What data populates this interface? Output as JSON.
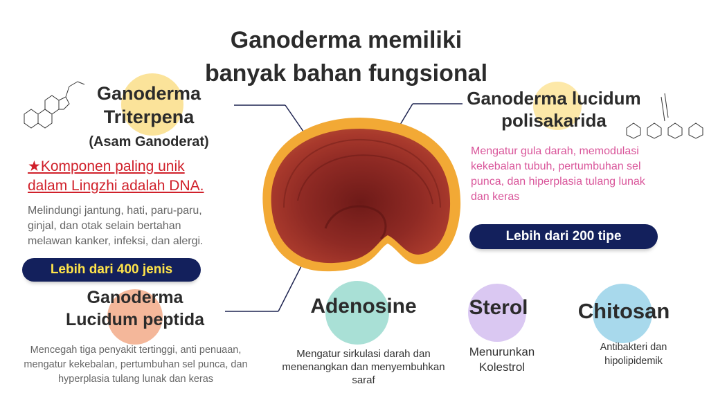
{
  "title": {
    "line1": "Ganoderma memiliki",
    "line2": "banyak bahan fungsional"
  },
  "triterpena": {
    "name_line1": "Ganoderma",
    "name_line2": "Triterpena",
    "subtitle": "(Asam Ganoderat)",
    "highlight_line1": "★Komponen paling unik",
    "highlight_line2": "dalam Lingzhi adalah DNA.",
    "desc_line1": "Melindungi jantung, hati, paru-paru,",
    "desc_line2": "ginjal, dan otak selain bertahan",
    "desc_line3": "melawan kanker, infeksi, dan alergi.",
    "badge": "Lebih dari 400 jenis"
  },
  "polisakarida": {
    "name_line1": "Ganoderma lucidum",
    "name_line2": "polisakarida",
    "desc_line1": "Mengatur gula darah, memodulasi",
    "desc_line2": "kekebalan tubuh, pertumbuhan sel",
    "desc_line3": "punca, dan hiperplasia tulang lunak",
    "desc_line4": "dan keras",
    "badge": "Lebih dari 200 tipe"
  },
  "peptida": {
    "name_line1": "Ganoderma",
    "name_line2": "Lucidum peptida",
    "desc_line1": "Mencegah tiga penyakit tertinggi, anti penuaan,",
    "desc_line2": "mengatur kekebalan, pertumbuhan sel punca, dan",
    "desc_line3": "hyperplasia tulang lunak dan keras"
  },
  "adenosine": {
    "name": "Adenosine",
    "desc_line1": "Mengatur sirkulasi darah dan",
    "desc_line2": "menenangkan dan menyembuhkan",
    "desc_line3": "saraf"
  },
  "sterol": {
    "name": "Sterol",
    "desc_line1": "Menurunkan",
    "desc_line2": "Kolestrol"
  },
  "chitosan": {
    "name": "Chitosan",
    "desc_line1": "Antibakteri dan",
    "desc_line2": "hipolipidemik"
  },
  "colors": {
    "badge": "#13205c",
    "red": "#d0202a",
    "pink": "#d9559a",
    "yellow_circle": "#fbe39a",
    "peach_circle": "#f4b79a",
    "teal_circle": "#a9e0d6",
    "lavender_circle": "#dac8f2",
    "blue_circle": "#a8d9ec"
  }
}
